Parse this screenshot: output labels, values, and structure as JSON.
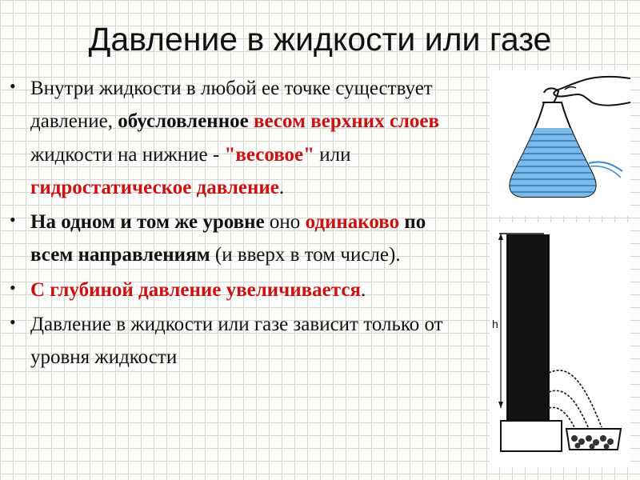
{
  "slide": {
    "title": "Давление в жидкости или газе",
    "bullets": [
      {
        "parts": [
          {
            "text": "Внутри жидкости в любой ее точке существует давление, ",
            "bold": false,
            "red": false
          },
          {
            "text": "обусловленное",
            "bold": true,
            "red": false
          },
          {
            "text": " ",
            "bold": false,
            "red": false
          },
          {
            "text": "весом верхних слоев",
            "bold": true,
            "red": true
          },
          {
            "text": " жидкости на нижние - ",
            "bold": false,
            "red": false
          },
          {
            "text": "\"весовое\"",
            "bold": true,
            "red": true
          },
          {
            "text": " или ",
            "bold": false,
            "red": false
          },
          {
            "text": "гидростатическое давление",
            "bold": true,
            "red": true
          },
          {
            "text": ".",
            "bold": false,
            "red": false
          }
        ]
      },
      {
        "parts": [
          {
            "text": "На одном и том же уровне",
            "bold": true,
            "red": false
          },
          {
            "text": " оно ",
            "bold": false,
            "red": false
          },
          {
            "text": "одинаково",
            "bold": true,
            "red": true
          },
          {
            "text": " ",
            "bold": false,
            "red": false
          },
          {
            "text": "по всем направлениям",
            "bold": true,
            "red": false
          },
          {
            "text": " (и вверх в том числе).",
            "bold": false,
            "red": false
          }
        ]
      },
      {
        "parts": [
          {
            "text": "С глубиной давление увеличивается",
            "bold": true,
            "red": true
          },
          {
            "text": ".",
            "bold": false,
            "red": false
          }
        ]
      },
      {
        "parts": [
          {
            "text": "Давление в жидкости или газе зависит только от уровня жидкости",
            "bold": false,
            "red": false
          }
        ]
      }
    ],
    "figure_label": "h",
    "colors": {
      "red": "#cc1111",
      "water": "#3a88c8",
      "column": "#111111"
    }
  }
}
